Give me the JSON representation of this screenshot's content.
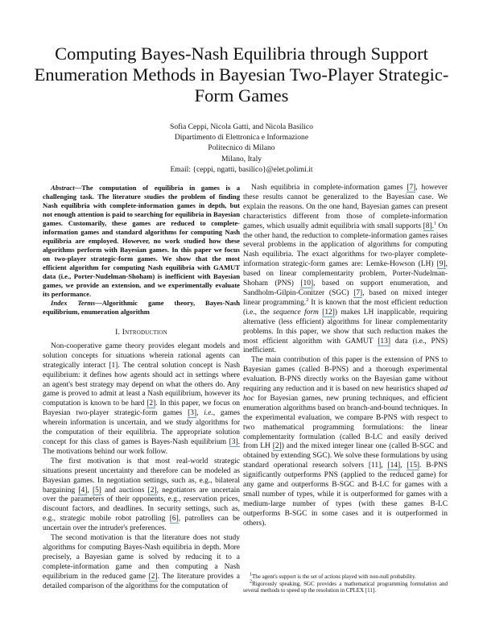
{
  "title": "Computing Bayes-Nash Equilibria through Support Enumeration Methods in Bayesian Two-Player Strategic-Form Games",
  "authors": [
    "Sofia Ceppi, Nicola Gatti, and Nicola Basilico",
    "Dipartimento di Elettronica e Informazione",
    "Politecnico di Milano",
    "Milano, Italy",
    "Email: {ceppi, ngatti, basilico}@elet.polimi.it"
  ],
  "abstract": [
    [
      {
        "i": "Abstract"
      },
      {
        "t": "—The computation of equilibria in games is a challenging task. The literature studies the problem of finding Nash equilibria with complete-information games in depth, but not enough attention is paid to searching for equilibria in Bayesian games. Customarily, these games are reduced to complete-information games and standard algorithms for computing Nash equilibria are employed. However, no work studied how these algorithms perform with Bayesian games. In this paper we focus on two-player strategic-form games. We show that the most efficient algorithm for computing Nash equilibria with GAMUT data (i.e., Porter-Nudelman-Shoham) is inefficient with Bayesian games, we provide an extension, and we experimentally evaluate its performance."
      }
    ],
    [
      {
        "i": "Index Terms"
      },
      {
        "t": "—Algorithmic game theory, Bayes-Nash equilibrium, enumeration algorithm"
      }
    ]
  ],
  "section_heading": "I. Introduction",
  "left_paragraphs": [
    [
      {
        "t": "Non-cooperative game theory provides elegant models and solution concepts for situations wherein rational agents can strategically interact [1]. The central solution concept is Nash equilibrium: it defines how agents should act in settings where an agent's best strategy may depend on what the others do. Any game is proved to admit at least a Nash equilibrium, however its computation is known to be hard "
      },
      {
        "c": "[2]"
      },
      {
        "t": ". In this paper, we focus on Bayesian two-player strategic-form games "
      },
      {
        "c": "[3]"
      },
      {
        "t": ", "
      },
      {
        "i": "i.e."
      },
      {
        "t": ", games wherein information is uncertain, and we study algorithms for the computation of their equilibria. The appropriate solution concept for this class of games is Bayes-Nash equilibrium "
      },
      {
        "c": "[3]."
      },
      {
        "t": " The motivations behind our work follow."
      }
    ],
    [
      {
        "t": "The first motivation is that most real-world strategic situations present uncertainty and therefore can be modeled as Bayesian games. In negotiation settings, such as, e.g., bilateral bargaining "
      },
      {
        "c": "[4]"
      },
      {
        "t": ", "
      },
      {
        "c": "[5]"
      },
      {
        "t": " and auctions "
      },
      {
        "c": "[2]"
      },
      {
        "t": ", negotiators are uncertain over the parameters of their opponents, e.g., reservation prices, discount factors, and deadlines. In security settings, such as, e.g., strategic mobile robot patrolling "
      },
      {
        "c": "[6]"
      },
      {
        "t": ", patrollers can be uncertain over the intruder's preferences."
      }
    ],
    [
      {
        "t": "The second motivation is that the literature does not study algorithms for computing Bayes-Nash equilibria in depth. More precisely, a Bayesian game is solved by reducing it to a complete-information game and then computing a Nash equilibrium in the reduced game "
      },
      {
        "c": "[2]"
      },
      {
        "t": ". The literature provides a detailed comparison of the algorithms for the computation of"
      }
    ]
  ],
  "right_paragraphs": [
    [
      {
        "t": "Nash equilibria in complete-information games "
      },
      {
        "c": "[7]"
      },
      {
        "t": ", however these results cannot be generalized to the Bayesian case. We explain the reasons. On the one hand, Bayesian games can present characteristics different from those of complete-information games, which usually admit equilibria with small supports "
      },
      {
        "c": "[8]."
      },
      {
        "s": "1"
      },
      {
        "t": " On the other hand, the reduction to complete-information games raises several problems in the application of algorithms for computing Nash equilibria. The exact algorithms for two-player complete-information strategic-form games are: Lemke-Howson (LH) "
      },
      {
        "c": "[9]"
      },
      {
        "t": ", based on linear complementarity problem, Porter-Nudelman-Shoham (PNS) "
      },
      {
        "c": "[10]"
      },
      {
        "t": ", based on support enumeration, and Sandholm-Gilpin-Conitzer (SGC) "
      },
      {
        "c": "[7]"
      },
      {
        "t": ", based on mixed integer linear programming."
      },
      {
        "s": "2"
      },
      {
        "t": " It is known that the most efficient reduction (i.e., the "
      },
      {
        "i": "sequence form"
      },
      {
        "t": " "
      },
      {
        "c": "[12]"
      },
      {
        "t": ") makes LH inapplicable, requiring alternative (less efficient) algorithms for linear complementarity problems. In this paper, we show that such reduction makes the most efficient algorithm with GAMUT "
      },
      {
        "c": "[13]"
      },
      {
        "t": " data (i.e., PNS) inefficient."
      }
    ],
    [
      {
        "t": "The main contribution of this paper is the extension of PNS to Bayesian games (called B-PNS) and a thorough experimental evaluation. B-PNS directly works on the Bayesian game without requiring any reduction and it is based on new heuristics shaped "
      },
      {
        "i": "ad hoc"
      },
      {
        "t": " for Bayesian games, new pruning techniques, and efficient enumeration algorithms based on branch-and-bound techniques. In the experimental evaluation, we compare B-PNS with respect to two mathematical programming formulations: the linear complementarity formulation (called B-LC and easily derived from LH "
      },
      {
        "c": "[2]"
      },
      {
        "t": ") and the mixed integer linear one (called B-SGC and obtained by extending SGC). We solve these formulations by using standard operational research solvers [11], "
      },
      {
        "c": "[14]"
      },
      {
        "t": ", "
      },
      {
        "c": "[15]"
      },
      {
        "t": ". B-PNS significantly outperforms PNS (applied to the reduced game) for any game and outperforms B-SGC and B-LC for games with a small number of types, while it is outperformed for games with a medium-large number of types (with these games B-LC outperforms B-SGC in some cases and it is outperformed in others)."
      }
    ]
  ],
  "footnotes": [
    [
      {
        "s": "1"
      },
      {
        "t": "The agent's support is the set of actions played with non-null probability."
      }
    ],
    [
      {
        "s": "2"
      },
      {
        "t": "Rigorously speaking, SGC provides a mathematical programming formulation and several methods to speed up the resolution in CPLEX [11]."
      }
    ]
  ]
}
